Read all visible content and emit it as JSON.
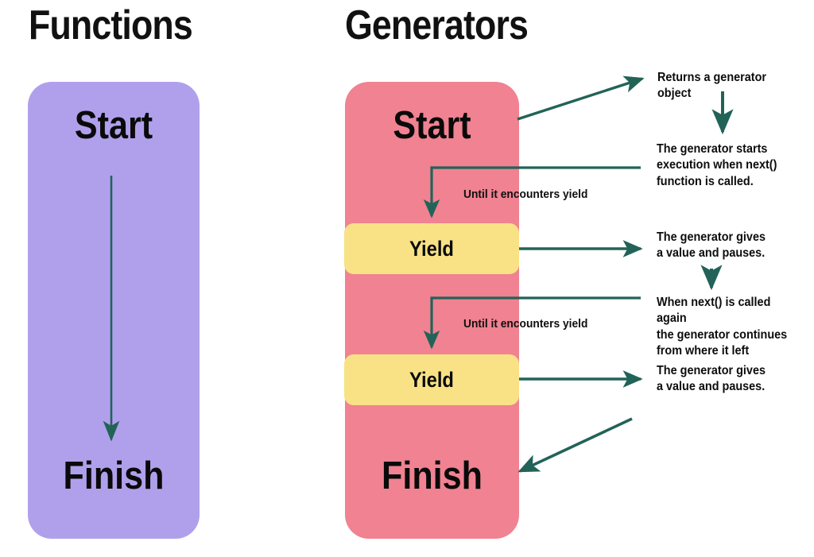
{
  "diagram": {
    "title_left": "Functions",
    "title_right": "Generators",
    "palette": {
      "functions_box": "#B0A0EC",
      "generators_box": "#F08291",
      "yield_box": "#F8E285",
      "arrow": "#226358",
      "text": "#0D0D0D",
      "background": "#FFFFFF"
    }
  },
  "functions_column": {
    "heading": "Functions",
    "start_label": "Start",
    "finish_label": "Finish",
    "flow_arrow": "straight-down-arrow"
  },
  "generators_column": {
    "heading": "Generators",
    "start_label": "Start",
    "finish_label": "Finish",
    "yield_steps": [
      {
        "label": "Yield",
        "incoming_caption": "Until it encounters yield"
      },
      {
        "label": "Yield",
        "incoming_caption": "Until it encounters yield"
      }
    ]
  },
  "annotations": [
    {
      "id": "returns",
      "text": "Returns a generator object"
    },
    {
      "id": "starts",
      "text": "The generator starts\nexecution when next()\nfunction is called."
    },
    {
      "id": "gives1",
      "text": "The generator gives\na value and pauses."
    },
    {
      "id": "whennext",
      "text": "When next() is called again\nthe generator continues\nfrom where it left"
    },
    {
      "id": "gives2",
      "text": "The generator gives\na value and pauses."
    }
  ],
  "arrows": [
    {
      "name": "functions-flow-arrow",
      "kind": "vertical-arrow"
    },
    {
      "name": "start-to-returns-arrow",
      "kind": "diagonal-up-right-arrow"
    },
    {
      "name": "returns-to-starts-arrow",
      "kind": "vertical-down-arrow"
    },
    {
      "name": "start-to-yield1-arrow",
      "kind": "elbow-arrow"
    },
    {
      "name": "yield1-to-gives1-arrow",
      "kind": "horizontal-right-arrow"
    },
    {
      "name": "gives1-to-whennext-arrow",
      "kind": "vertical-down-arrow"
    },
    {
      "name": "whennext-to-yield2-arrow",
      "kind": "elbow-arrow"
    },
    {
      "name": "yield2-to-gives2-arrow",
      "kind": "horizontal-right-arrow"
    },
    {
      "name": "gives2-to-finish-arrow",
      "kind": "diagonal-down-left-arrow"
    }
  ]
}
